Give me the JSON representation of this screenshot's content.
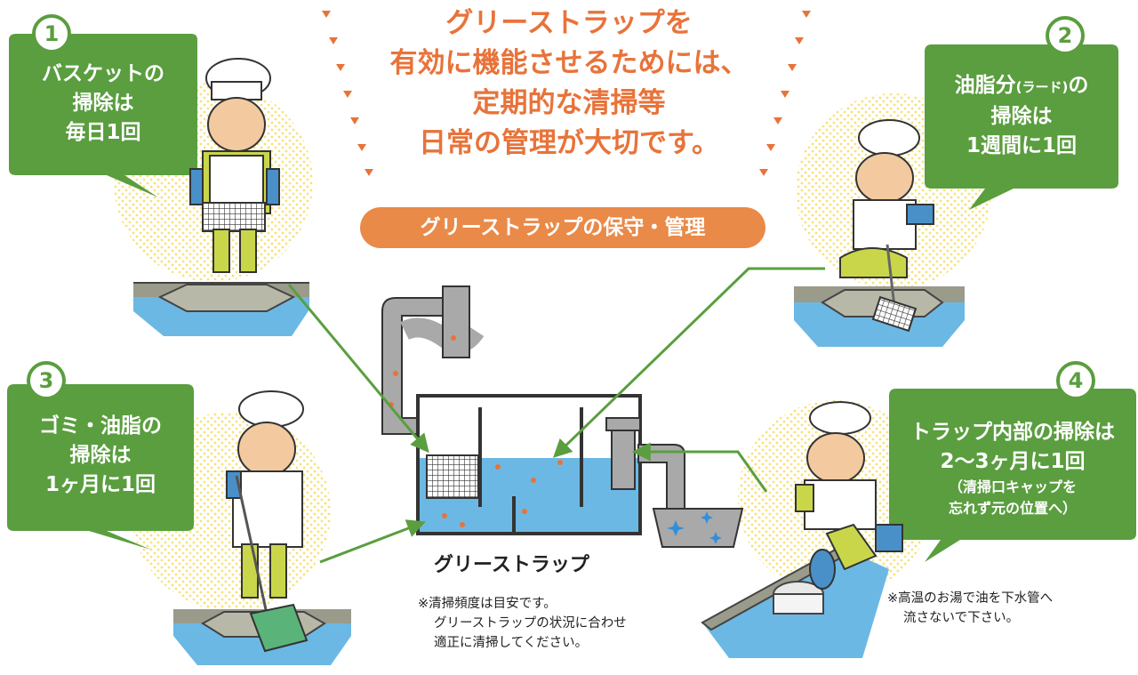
{
  "headline": {
    "lines": [
      "グリーストラップを",
      "有効に機能させるためには、",
      "定期的な清掃等",
      "日常の管理が大切です。"
    ]
  },
  "banner": "グリーストラップの保守・管理",
  "steps": [
    {
      "number": "1",
      "lines": [
        "バスケットの",
        "掃除は",
        "毎日1回"
      ]
    },
    {
      "number": "2",
      "line1_main": "油脂分",
      "line1_small": "(ラード)",
      "line1_end": "の",
      "lines_rest": [
        "掃除は",
        "1週間に1回"
      ]
    },
    {
      "number": "3",
      "lines": [
        "ゴミ・油脂の",
        "掃除は",
        "1ヶ月に1回"
      ]
    },
    {
      "number": "4",
      "lines": [
        "トラップ内部の掃除は",
        "2〜3ヶ月に1回"
      ],
      "note_lines": [
        "（清掃口キャップを",
        "忘れず元の位置へ）"
      ]
    }
  ],
  "device_caption": "グリーストラップ",
  "footnote_frequency": [
    "※清掃頻度は目安です。",
    "グリーストラップの状況に合わせ",
    "適正に清掃してください。"
  ],
  "footnote_hotwater": [
    "※高温のお湯で油を下水管へ",
    "流さないで下さい。"
  ],
  "colors": {
    "accent_orange": "#e8733a",
    "banner_orange": "#e98a49",
    "bubble_green": "#5a9e3f",
    "water_blue": "#6cb8e4",
    "pipe_gray": "#a9a9a9",
    "glove_blue": "#4a90c8",
    "pants_yellow": "#c9d64a",
    "dot_yellow": "#f6e27a"
  },
  "icons": [
    "chef-basket-icon",
    "chef-scoop-icon",
    "chef-dustpan-icon",
    "chef-brush-icon",
    "grease-trap-icon"
  ]
}
